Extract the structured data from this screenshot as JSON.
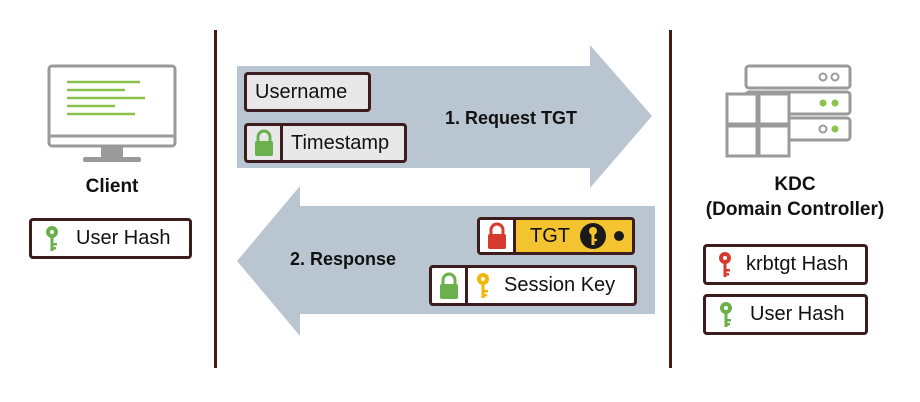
{
  "client": {
    "label": "Client",
    "user_hash_label": "User Hash"
  },
  "request": {
    "label": "1. Request TGT",
    "username": "Username",
    "timestamp": "Timestamp"
  },
  "response": {
    "label": "2. Response",
    "tgt": "TGT",
    "session_key": "Session Key"
  },
  "kdc": {
    "title": "KDC",
    "subtitle": "(Domain Controller)",
    "krbtgt_hash": "krbtgt Hash",
    "user_hash": "User Hash"
  },
  "colors": {
    "arrow": "#b9c6d2",
    "border": "#3c1c1c",
    "lock_green": "#6ab04c",
    "lock_red": "#d63a2f",
    "key_gold": "#f2b705",
    "tgt_fill": "#f4c430",
    "divider": "#4a1a1a"
  },
  "icons": [
    "monitor-icon",
    "server-icon",
    "green-key-icon",
    "red-key-icon",
    "gold-key-icon",
    "green-lock-icon",
    "red-lock-icon",
    "gold-coin-key-icon"
  ]
}
